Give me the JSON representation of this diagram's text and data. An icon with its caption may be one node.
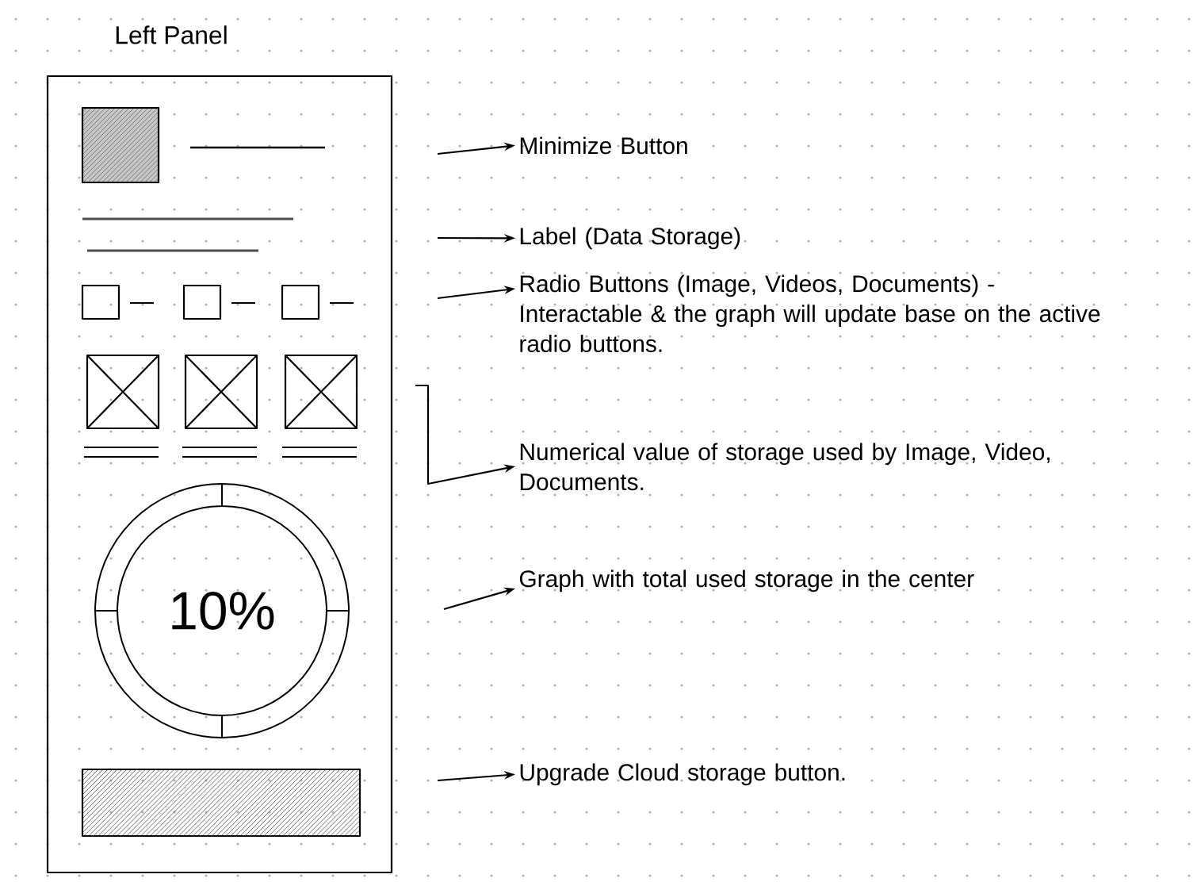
{
  "diagram": {
    "nodes": [
      {
        "text": [
          "Left Panel"
        ]
      },
      {
        "text": [
          "10%"
        ],
        "in": 0
      },
      {
        "text": [
          "Minimize Button"
        ]
      },
      {
        "text": [
          "Label (Data Storage)"
        ]
      },
      {
        "text": [
          "Radio Buttons (Image, Videos, Documents) - Interactable & the graph will update base on the active radio buttons."
        ]
      },
      {
        "text": [
          "Numerical value of storage used by Image, Video, Documents."
        ]
      },
      {
        "text": [
          "Graph with total used storage in the center"
        ]
      },
      {
        "text": [
          "Upgrade Cloud storage button."
        ]
      }
    ],
    "edges": [
      {
        "from": null,
        "to": 2,
        "arrow": "to"
      },
      {
        "from": null,
        "to": 3,
        "arrow": "to"
      },
      {
        "from": null,
        "to": 4,
        "arrow": "to"
      },
      {
        "from": null,
        "to": 5,
        "arrow": "to"
      },
      {
        "from": null,
        "to": 6,
        "arrow": "to"
      },
      {
        "from": null,
        "to": 7,
        "arrow": "to"
      }
    ]
  }
}
